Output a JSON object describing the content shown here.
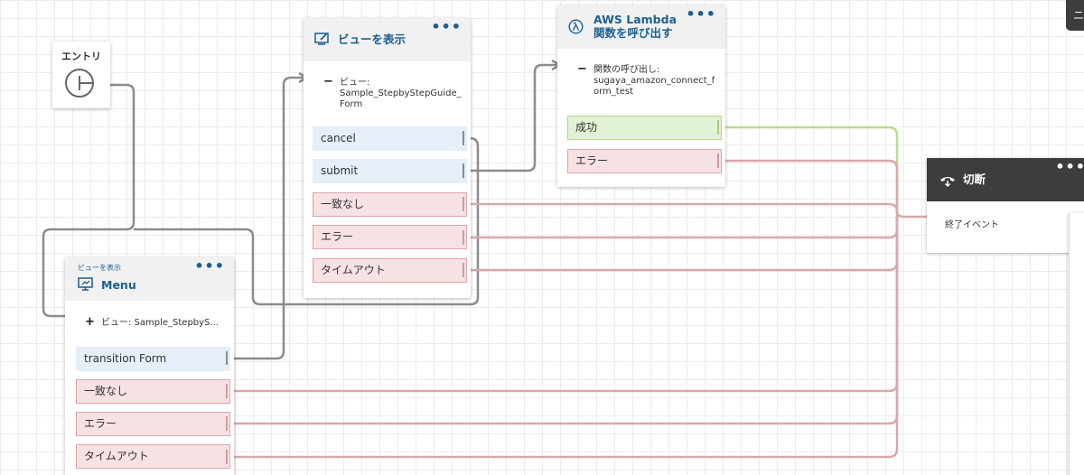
{
  "entry": {
    "label": "エントリ"
  },
  "menu_block": {
    "subtitle": "ビューを表示",
    "title": "Menu",
    "param": "ビュー: Sample_StepbyS...",
    "toggle": "+",
    "branches": [
      "transition Form",
      "一致なし",
      "エラー",
      "タイムアウト"
    ]
  },
  "view_block": {
    "title": "ビューを表示",
    "toggle": "−",
    "param_lines": [
      "ビュー:",
      "Sample_StepbyStepGuide_",
      "Form"
    ],
    "branches": [
      "cancel",
      "submit",
      "一致なし",
      "エラー",
      "タイムアウト"
    ]
  },
  "lambda_block": {
    "title_lines": [
      "AWS Lambda",
      "関数を呼び出す"
    ],
    "toggle": "−",
    "param_lines": [
      "関数の呼び出し:",
      "sugaya_amazon_connect_f",
      "orm_test"
    ],
    "branches": [
      "成功",
      "エラー"
    ]
  },
  "disconnect_block": {
    "title": "切断",
    "input_label": "終了イベント"
  },
  "top_right_tab": {
    "label": "ニ"
  },
  "colors": {
    "gray_line": "#8c8c8c",
    "red_line": "#d9a7ad",
    "green_line": "#b8dc8c",
    "title_blue": "#1b5f8f"
  },
  "menu_dots": "•••"
}
